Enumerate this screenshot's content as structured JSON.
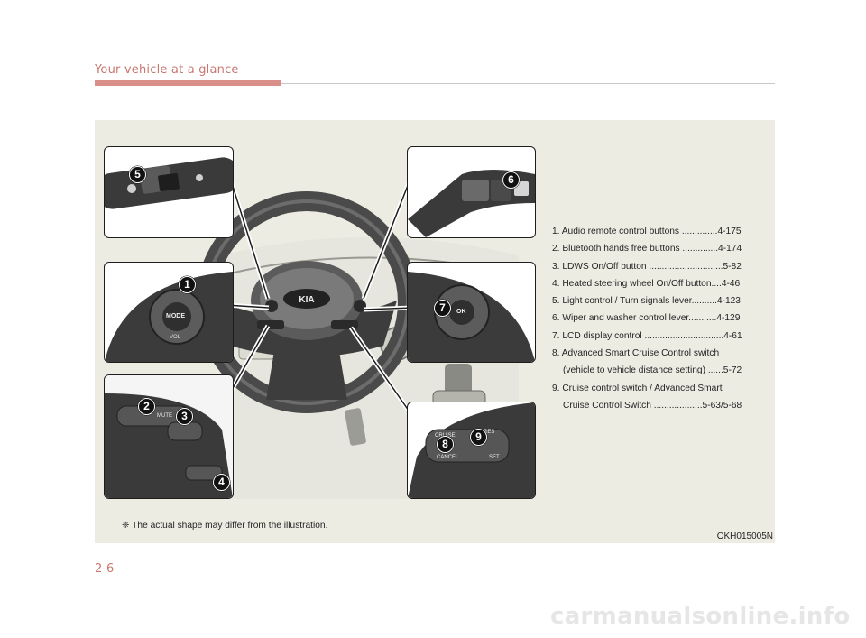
{
  "header": {
    "section_title": "Your vehicle at a glance",
    "accent_color": "#d9908a"
  },
  "figure": {
    "callouts": [
      "1",
      "2",
      "3",
      "4",
      "5",
      "6",
      "7",
      "8",
      "9"
    ],
    "inset_labels": {
      "mode": "MODE",
      "vol": "VOL",
      "mute": "MUTE",
      "ok": "OK",
      "cruise": "CRUISE",
      "res": "RES",
      "cancel": "CANCEL",
      "set": "SET"
    },
    "footnote": "❈ The actual shape may differ from the illustration.",
    "image_code": "OKH015005N"
  },
  "legend": {
    "items": [
      {
        "line1": "1. Audio remote control buttons ..............4-175"
      },
      {
        "line1": "2. Bluetooth hands free buttons ..............4-174"
      },
      {
        "line1": "3. LDWS On/Off button .............................5-82"
      },
      {
        "line1": "4. Heated steering wheel On/Off button....4-46"
      },
      {
        "line1": "5. Light control / Turn signals lever..........4-123"
      },
      {
        "line1": "6. Wiper and washer control lever...........4-129"
      },
      {
        "line1": "7. LCD display control ...............................4-61"
      },
      {
        "line1": "8. Advanced Smart Cruise Control switch",
        "line2": "(vehicle to vehicle distance setting) ......5-72"
      },
      {
        "line1": "9. Cruise control switch / Advanced Smart",
        "line2": "Cruise Control Switch ...................5-63/5-68"
      }
    ]
  },
  "page": {
    "number": "2-6"
  },
  "watermark": "carmanualsonline.info"
}
